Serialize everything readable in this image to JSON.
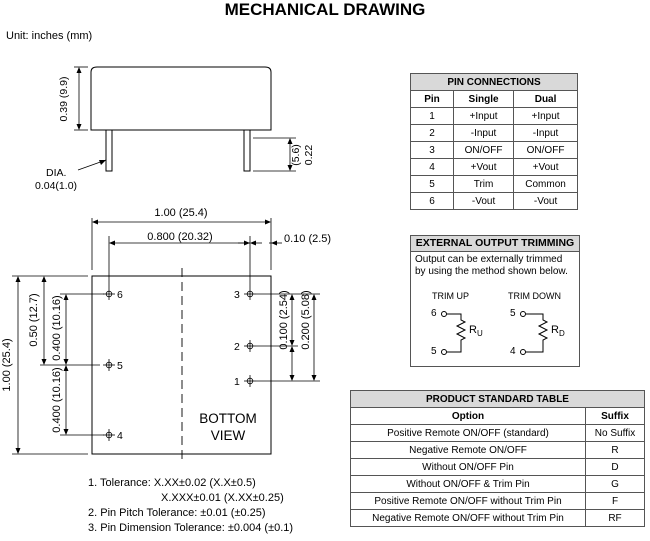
{
  "title": "MECHANICAL DRAWING",
  "unit": "Unit: inches (mm)",
  "side_view": {
    "height_dim": "0.39 (9.9)",
    "pin_len_dim": "0.22 (5.6)",
    "dia_label": "DIA.",
    "dia_value": "0.04(1.0)"
  },
  "bottom_view": {
    "width_dim": "1.00 (25.4)",
    "pin_span_dim": "0.800 (20.32)",
    "edge_dim": "0.10 (2.5)",
    "height_dim": "1.00 (25.4)",
    "half_dim": "0.50 (12.7)",
    "upper_pitch_dim": "0.400 (10.16)",
    "lower_pitch_dim": "0.400 (10.16)",
    "right_pitch_dim": "0.100 (2.54)",
    "right_span_dim": "0.200 (5.08)",
    "label_line1": "BOTTOM",
    "label_line2": "VIEW",
    "pins": {
      "p1": "1",
      "p2": "2",
      "p3": "3",
      "p4": "4",
      "p5": "5",
      "p6": "6"
    }
  },
  "notes": [
    "1. Tolerance: X.XX±0.02 (X.X±0.5)",
    "X.XXX±0.01 (X.XX±0.25)",
    "2. Pin Pitch Tolerance: ±0.01 (±0.25)",
    "3. Pin Dimension Tolerance: ±0.004 (±0.1)"
  ],
  "pin_connections": {
    "title": "PIN CONNECTIONS",
    "headers": [
      "Pin",
      "Single",
      "Dual"
    ],
    "rows": [
      [
        "1",
        "+Input",
        "+Input"
      ],
      [
        "2",
        "-Input",
        "-Input"
      ],
      [
        "3",
        "ON/OFF",
        "ON/OFF"
      ],
      [
        "4",
        "+Vout",
        "+Vout"
      ],
      [
        "5",
        "Trim",
        "Common"
      ],
      [
        "6",
        "-Vout",
        "-Vout"
      ]
    ]
  },
  "trimming": {
    "title": "EXTERNAL OUTPUT TRIMMING",
    "desc_line1": "Output can be externally trimmed",
    "desc_line2": "by using the method shown below.",
    "trim_up": "TRIM UP",
    "trim_down": "TRIM DOWN",
    "up_top_pin": "6",
    "up_bottom_pin": "5",
    "down_top_pin": "5",
    "down_bottom_pin": "4",
    "ru": "R",
    "ru_sub": "U",
    "rd": "R",
    "rd_sub": "D"
  },
  "product_table": {
    "title": "PRODUCT STANDARD TABLE",
    "headers": [
      "Option",
      "Suffix"
    ],
    "rows": [
      [
        "Positive Remote ON/OFF (standard)",
        "No Suffix"
      ],
      [
        "Negative Remote ON/OFF",
        "R"
      ],
      [
        "Without ON/OFF Pin",
        "D"
      ],
      [
        "Without ON/OFF & Trim Pin",
        "G"
      ],
      [
        "Positive Remote ON/OFF without Trim Pin",
        "F"
      ],
      [
        "Negative Remote ON/OFF without Trim Pin",
        "RF"
      ]
    ]
  }
}
